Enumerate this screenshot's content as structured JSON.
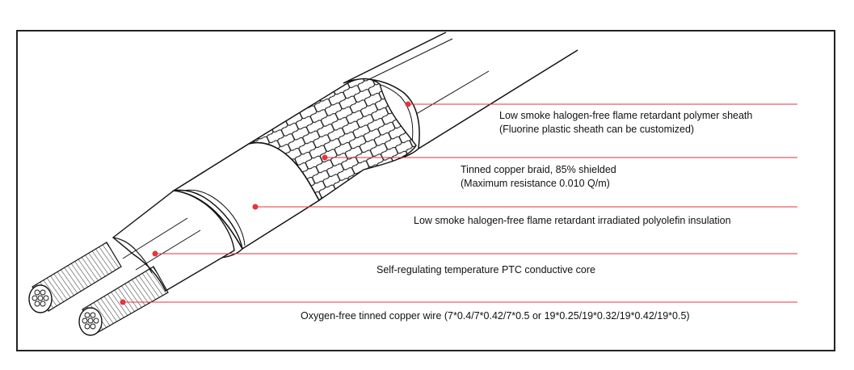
{
  "colors": {
    "leader": "#e8323c",
    "outline": "#111111",
    "frame": "#222222"
  },
  "layers": [
    {
      "id": "sheath",
      "lines": [
        "Low smoke halogen-free flame retardant polymer sheath",
        "(Fluorine plastic sheath can be customized)"
      ]
    },
    {
      "id": "braid",
      "lines": [
        "Tinned copper braid, 85% shielded",
        "(Maximum resistance 0.010 Q/m)"
      ]
    },
    {
      "id": "insulation",
      "lines": [
        "Low smoke halogen-free flame retardant irradiated polyolefin insulation"
      ]
    },
    {
      "id": "core",
      "lines": [
        "Self-regulating temperature PTC conductive core"
      ]
    },
    {
      "id": "wire",
      "lines": [
        "Oxygen-free tinned copper wire (7*0.4/7*0.42/7*0.5 or 19*0.25/19*0.32/19*0.42/19*0.5)"
      ]
    }
  ]
}
